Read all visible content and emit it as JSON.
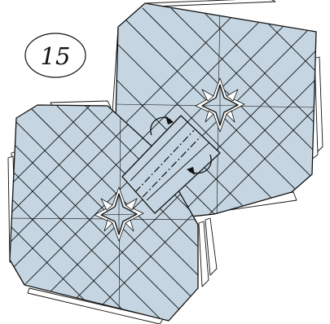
{
  "diagram": {
    "step_number": "15",
    "paper_color": "#c5d6e2",
    "line_color": "#111111",
    "fold_line_type": "mountain-fold",
    "rotation_arrows": 2
  }
}
